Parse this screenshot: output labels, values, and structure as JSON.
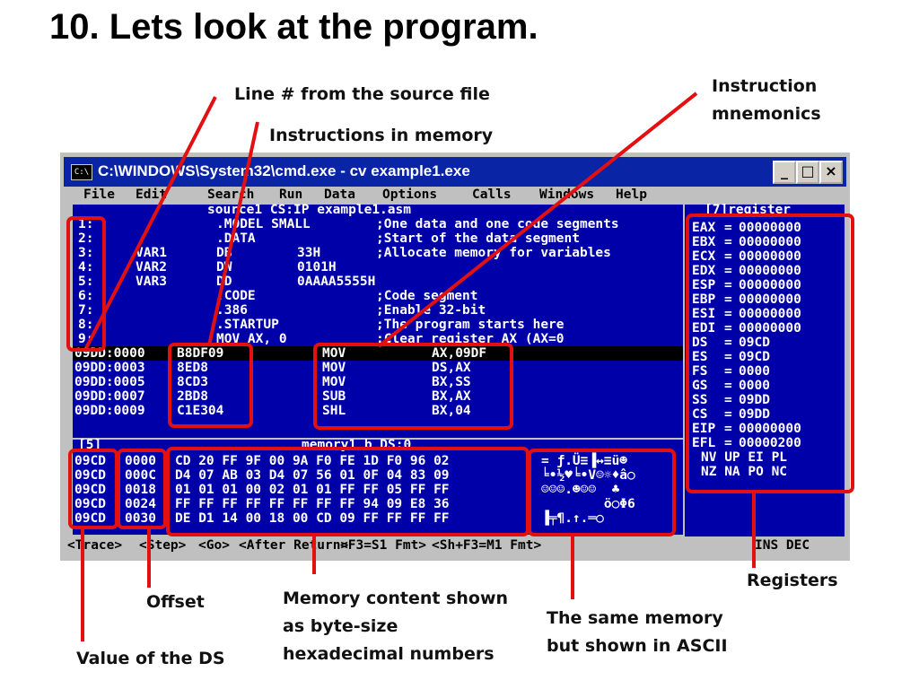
{
  "slide_title": "10. Lets look at the program.",
  "callouts": {
    "line_num": "Line # from the source file",
    "instructions": "Instructions in memory",
    "mnemonics_1": "Instruction",
    "mnemonics_2": "mnemonics",
    "registers": "Registers",
    "offset": "Offset",
    "ds_value": "Value of the DS",
    "memory_1": "Memory content shown",
    "memory_2": "as byte-size",
    "memory_3": "hexadecimal numbers",
    "ascii_1": "The same memory",
    "ascii_2": "but shown in ASCII"
  },
  "window": {
    "title": "C:\\WINDOWS\\System32\\cmd.exe - cv example1.exe",
    "app_icon": "C:\\",
    "btn_min": "_",
    "btn_max": "□",
    "btn_close": "×"
  },
  "menu": [
    "File",
    "Edit",
    "Search",
    "Run",
    "Data",
    "Options",
    "Calls",
    "Windows",
    "Help"
  ],
  "source_header": "source1 CS:IP example1.asm",
  "source_lines": [
    {
      "num": "1:",
      "label": "",
      "op": ".MODEL SMALL",
      "arg": "",
      "comment": ";One data and one code segments"
    },
    {
      "num": "2:",
      "label": "",
      "op": ".DATA",
      "arg": "",
      "comment": ";Start of the data segment"
    },
    {
      "num": "3:",
      "label": "VAR1",
      "op": "DB",
      "arg": "33H",
      "comment": ";Allocate memory for variables"
    },
    {
      "num": "4:",
      "label": "VAR2",
      "op": "DW",
      "arg": "0101H",
      "comment": ""
    },
    {
      "num": "5:",
      "label": "VAR3",
      "op": "DD",
      "arg": "0AAAA5555H",
      "comment": ""
    },
    {
      "num": "6:",
      "label": "",
      "op": ".CODE",
      "arg": "",
      "comment": ";Code segment"
    },
    {
      "num": "7:",
      "label": "",
      "op": ".386",
      "arg": "",
      "comment": ";Enable 32-bit"
    },
    {
      "num": "8:",
      "label": "",
      "op": ".STARTUP",
      "arg": "",
      "comment": ";The program starts here"
    },
    {
      "num": "9:",
      "label": "",
      "op": "MOV AX, 0",
      "arg": "",
      "comment": ";Clear register AX (AX=0"
    }
  ],
  "disasm_lines": [
    {
      "addr": "09DD:0000",
      "bytes": "B8DF09",
      "mnem": "MOV",
      "operand": "AX,09DF"
    },
    {
      "addr": "09DD:0003",
      "bytes": "8ED8",
      "mnem": "MOV",
      "operand": "DS,AX"
    },
    {
      "addr": "09DD:0005",
      "bytes": "8CD3",
      "mnem": "MOV",
      "operand": "BX,SS"
    },
    {
      "addr": "09DD:0007",
      "bytes": "2BD8",
      "mnem": "SUB",
      "operand": "BX,AX"
    },
    {
      "addr": "09DD:0009",
      "bytes": "C1E304",
      "mnem": "SHL",
      "operand": "BX,04"
    }
  ],
  "register_header": "[7]register",
  "registers": [
    {
      "name": "EAX",
      "value": "00000000"
    },
    {
      "name": "EBX",
      "value": "00000000"
    },
    {
      "name": "ECX",
      "value": "00000000"
    },
    {
      "name": "EDX",
      "value": "00000000"
    },
    {
      "name": "ESP",
      "value": "00000000"
    },
    {
      "name": "EBP",
      "value": "00000000"
    },
    {
      "name": "ESI",
      "value": "00000000"
    },
    {
      "name": "EDI",
      "value": "00000000"
    },
    {
      "name": "DS",
      "value": "09CD"
    },
    {
      "name": "ES",
      "value": "09CD"
    },
    {
      "name": "FS",
      "value": "0000"
    },
    {
      "name": "GS",
      "value": "0000"
    },
    {
      "name": "SS",
      "value": "09DD"
    },
    {
      "name": "CS",
      "value": "09DD"
    },
    {
      "name": "EIP",
      "value": "00000000"
    },
    {
      "name": "EFL",
      "value": "00000200"
    }
  ],
  "flags_row1": "NV UP EI PL",
  "flags_row2": "NZ NA PO NC",
  "memory_header": "memory1 b DS:0",
  "memory_pane_num": "[5]",
  "memory_rows": [
    {
      "seg": "09CD",
      "off": "0000",
      "bytes": "CD 20 FF 9F 00 9A F0 FE 1D F0 96 02",
      "ascii": "= ƒ.Ü≡▐↔≡ü☻"
    },
    {
      "seg": "09CD",
      "off": "000C",
      "bytes": "D4 07 AB 03 D4 07 56 01 0F 04 83 09",
      "ascii": "╘•½♥╘•V☺☼♦â○"
    },
    {
      "seg": "09CD",
      "off": "0018",
      "bytes": "01 01 01 00 02 01 01 FF FF 05 FF FF",
      "ascii": "☺☺☺.☻☺☺  ♣"
    },
    {
      "seg": "09CD",
      "off": "0024",
      "bytes": "FF FF FF FF FF FF FF FF 94 09 E8 36",
      "ascii": "        ö○Φ6"
    },
    {
      "seg": "09CD",
      "off": "0030",
      "bytes": "DE D1 14 00 18 00 CD 09 FF FF FF FF",
      "ascii": "▐╤¶.↑.═○"
    }
  ],
  "status_items": [
    "<Trace>",
    "<Step>",
    "<Go>",
    "<After Return>",
    "<F3=S1 Fmt>",
    "<Sh+F3=M1 Fmt>"
  ],
  "status_right": "INS DEC",
  "colors": {
    "annotation": "#e21010",
    "console_bg": "#0000a8",
    "titlebar": "#0a24a6"
  }
}
